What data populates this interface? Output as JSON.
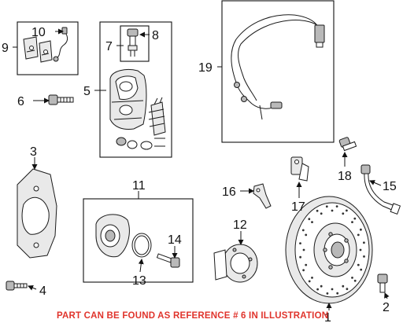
{
  "callouts": {
    "c1": "1",
    "c2": "2",
    "c3": "3",
    "c4": "4",
    "c5": "5",
    "c6": "6",
    "c7": "7",
    "c8": "8",
    "c9": "9",
    "c10": "10",
    "c11": "11",
    "c12": "12",
    "c13": "13",
    "c14": "14",
    "c15": "15",
    "c16": "16",
    "c17": "17",
    "c18": "18",
    "c19": "19"
  },
  "note": "PART CAN BE FOUND AS REFERENCE # 6 IN ILLUSTRATION",
  "colors": {
    "note": "#e0342c",
    "line": "#1a1a1a"
  }
}
